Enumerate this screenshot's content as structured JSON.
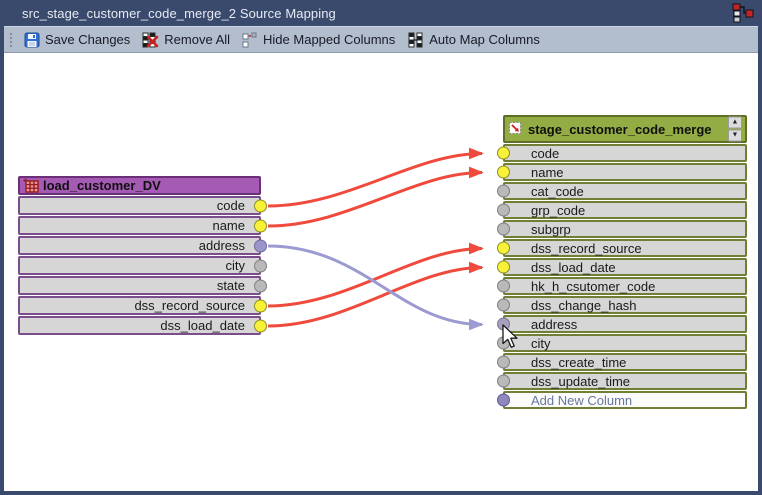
{
  "window": {
    "title": "src_stage_customer_code_merge_2 Source Mapping"
  },
  "toolbar": {
    "buttons": [
      {
        "label": "Save Changes",
        "icon": "save-icon"
      },
      {
        "label": "Remove All",
        "icon": "remove-all-icon"
      },
      {
        "label": "Hide Mapped Columns",
        "icon": "hide-mapped-columns-icon"
      },
      {
        "label": "Auto Map Columns",
        "icon": "auto-map-columns-icon"
      }
    ]
  },
  "source_table": {
    "name": "load_customer_DV",
    "columns": [
      {
        "name": "code",
        "state": "mapped"
      },
      {
        "name": "name",
        "state": "mapped"
      },
      {
        "name": "address",
        "state": "pending"
      },
      {
        "name": "city",
        "state": "unmapped"
      },
      {
        "name": "state",
        "state": "unmapped"
      },
      {
        "name": "dss_record_source",
        "state": "mapped"
      },
      {
        "name": "dss_load_date",
        "state": "mapped"
      }
    ]
  },
  "target_table": {
    "name": "stage_customer_code_merge",
    "scroll_up_glyph": "▲",
    "scroll_down_glyph": "▼",
    "columns": [
      {
        "name": "code",
        "state": "mapped"
      },
      {
        "name": "name",
        "state": "mapped"
      },
      {
        "name": "cat_code",
        "state": "unmapped"
      },
      {
        "name": "grp_code",
        "state": "unmapped"
      },
      {
        "name": "subgrp",
        "state": "unmapped"
      },
      {
        "name": "dss_record_source",
        "state": "mapped"
      },
      {
        "name": "dss_load_date",
        "state": "mapped"
      },
      {
        "name": "hk_h_csutomer_code",
        "state": "unmapped"
      },
      {
        "name": "dss_change_hash",
        "state": "unmapped"
      },
      {
        "name": "address",
        "state": "hover"
      },
      {
        "name": "city",
        "state": "unmapped"
      },
      {
        "name": "dss_create_time",
        "state": "unmapped"
      },
      {
        "name": "dss_update_time",
        "state": "unmapped"
      }
    ],
    "add_row_label": "Add New Column"
  },
  "mappings": [
    {
      "source": "code",
      "target": "code",
      "type": "mapped"
    },
    {
      "source": "name",
      "target": "name",
      "type": "mapped"
    },
    {
      "source": "address",
      "target": "address",
      "type": "pending"
    },
    {
      "source": "dss_record_source",
      "target": "dss_record_source",
      "type": "mapped"
    },
    {
      "source": "dss_load_date",
      "target": "dss_load_date",
      "type": "mapped"
    }
  ],
  "colors": {
    "titlebar": "#3a4a6d",
    "toolbar": "#b2bdce",
    "source_header": "#a55bb3",
    "target_header": "#93ac44",
    "mapped_line": "#f04a3c",
    "pending_line": "#9b9bd1",
    "connector_mapped": "#f7f13a",
    "connector_unmapped": "#b9b9b9",
    "connector_pending": "#9a96c9"
  }
}
